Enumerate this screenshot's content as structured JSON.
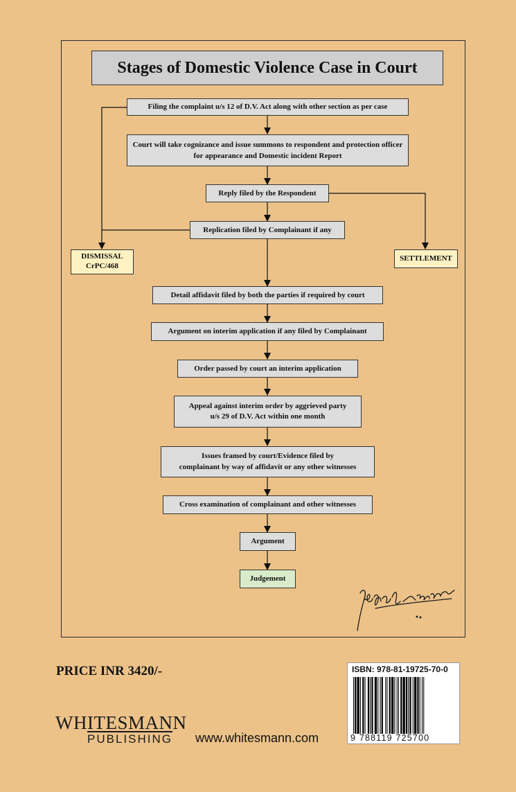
{
  "title": "Stages of Domestic Violence Case in Court",
  "flow": {
    "filing": "Filing the complaint u/s 12 of D.V. Act along with other section as per case",
    "cognizance": "Court will take cognizance and issue summons to respondent and protection officer for appearance and Domestic incident Report",
    "reply": "Reply filed by the Respondent",
    "replication": "Replication filed by Complainant if any",
    "dismissal_line1": "DISMISSAL",
    "dismissal_line2": "CrPC/468",
    "settlement": "SETTLEMENT",
    "affidavit": "Detail affidavit filed by both the parties if required by court",
    "argument_interim": "Argument on interim application if any filed by Complainant",
    "order_interim": "Order passed by court an interim application",
    "appeal_line1": "Appeal against interim order by aggrieved party",
    "appeal_line2": "u/s 29 of D.V. Act within one month",
    "issues_line1": "Issues framed by court/Evidence filed by",
    "issues_line2": "complainant by way of affidavit or any other witnesses",
    "cross": "Cross examination of complainant and other witnesses",
    "argument": "Argument",
    "judgement": "Judgement"
  },
  "price": "PRICE INR 3420/-",
  "publisher": {
    "name": "WHITESMANN",
    "sub": "PUBLISHING",
    "website": "www.whitesmann.com"
  },
  "isbn": {
    "label": "ISBN: 978-81-19725-70-0",
    "digits": "9 788119 725700"
  },
  "colors": {
    "background": "#ecc289",
    "box_grey": "#dddddd",
    "box_yellow": "#fff2c2",
    "box_green": "#d8ecc9"
  }
}
